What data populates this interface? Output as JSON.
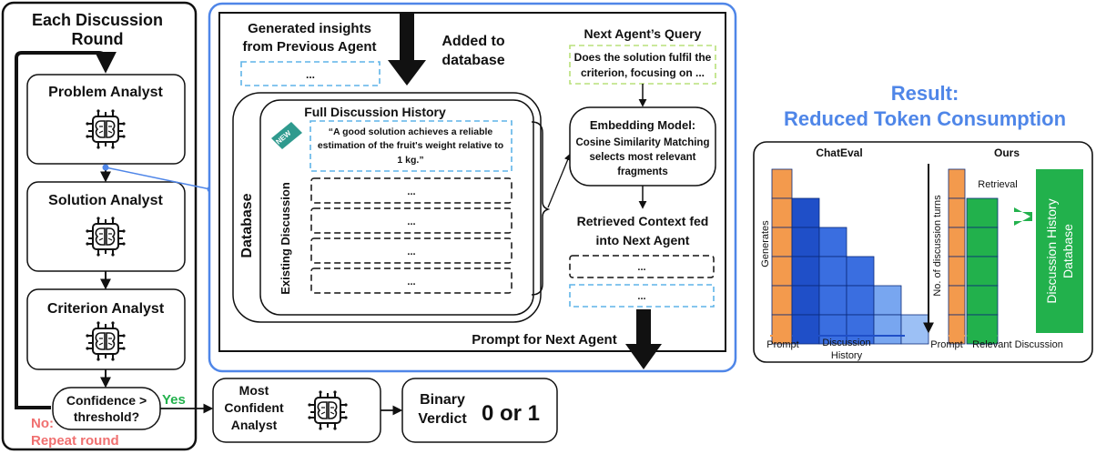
{
  "round_panel": {
    "title_line1": "Each Discussion",
    "title_line2": "Round",
    "agents": [
      "Problem Analyst",
      "Solution Analyst",
      "Criterion Analyst"
    ],
    "confidence_line1": "Confidence >",
    "confidence_line2": "threshold?",
    "yes_label": "Yes",
    "no_line1": "No:",
    "no_line2": "Repeat round"
  },
  "outcome": {
    "most_confident_line1": "Most",
    "most_confident_line2": "Confident",
    "most_confident_line3": "Analyst",
    "binary_line1": "Binary",
    "binary_line2": "Verdict",
    "verdict_values": "0 or 1"
  },
  "memory_panel": {
    "insights_line1": "Generated insights",
    "insights_line2": "from Previous Agent",
    "insights_placeholder": "...",
    "added_line1": "Added to",
    "added_line2": "database",
    "database_label": "Database",
    "full_history_title": "Full Discussion History",
    "new_badge": "NEW",
    "new_entry_line1": "“A good solution achieves a reliable",
    "new_entry_line2": "estimation of the fruit's weight relative to",
    "new_entry_line3": "1 kg.”",
    "existing_label": "Existing Discussion",
    "existing_rows": [
      "...",
      "...",
      "...",
      "..."
    ],
    "query_title": "Next Agent’s Query",
    "query_line1": "Does the solution fulfil the",
    "query_line2": "criterion, focusing on ...",
    "embedding_line1": "Embedding Model:",
    "embedding_line2": "Cosine Similarity Matching",
    "embedding_line3": "selects most relevant",
    "embedding_line4": "fragments",
    "retrieved_line1": "Retrieved Context fed",
    "retrieved_line2": "into Next Agent",
    "retrieved_rows": [
      "...",
      "..."
    ],
    "prompt_label": "Prompt for Next Agent"
  },
  "result_panel": {
    "title_line1": "Result:",
    "title_line2": "Reduced Token Consumption",
    "chateval_title": "ChatEval",
    "ours_title": "Ours",
    "generates_label": "Generates",
    "turns_label": "No. of discussion turns",
    "retrieval_label": "Retrieval",
    "db_line1": "Discussion History",
    "db_line2": "Database",
    "prompt_left": "Prompt",
    "history_line1": "Discussion",
    "history_line2": "History",
    "prompt_right": "Prompt",
    "relevant_label": "Relevant Discussion"
  },
  "colors": {
    "accent_blue": "#4f86e8",
    "light_blue": "#5fb4e8",
    "light_green": "#b8e07a",
    "orange": "#f39a4d",
    "green": "#22b14c",
    "blue_dark": "#1f4fc8",
    "blue_mid": "#3a6ee0",
    "blue_light": "#78a6f0",
    "blue_lighter": "#9cc0f5",
    "red": "#f07070",
    "badge_teal": "#2f9a8e"
  }
}
